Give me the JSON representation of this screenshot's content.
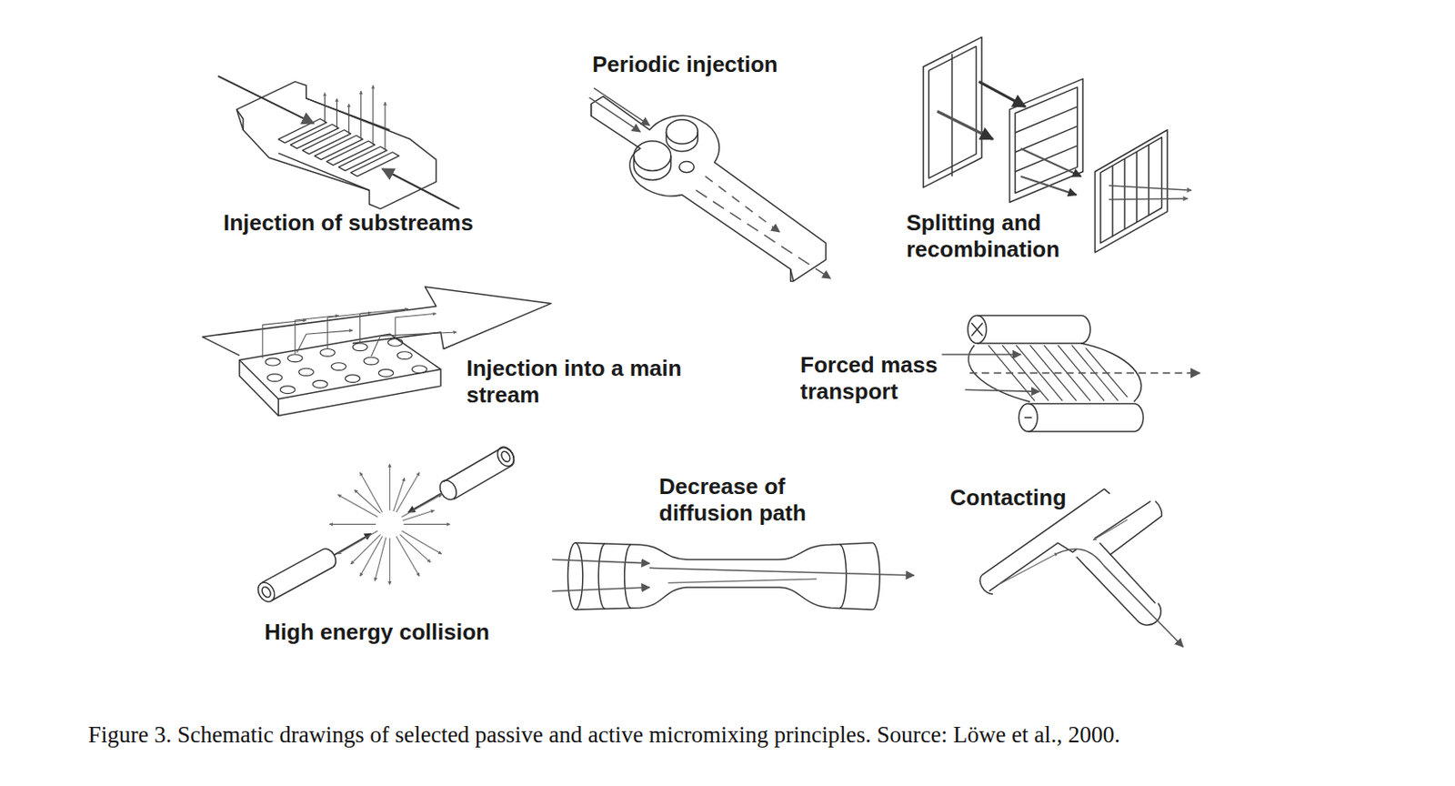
{
  "diagram": {
    "caption": "Figure 3. Schematic drawings of selected passive and active micromixing principles. Source: Löwe et al., 2000.",
    "labels": [
      "Periodic injection",
      "Injection of substreams",
      "Splitting and recombination",
      "Injection into a main stream",
      "Forced mass transport",
      "Decrease of diffusion path",
      "Contacting",
      "High energy collision"
    ]
  }
}
